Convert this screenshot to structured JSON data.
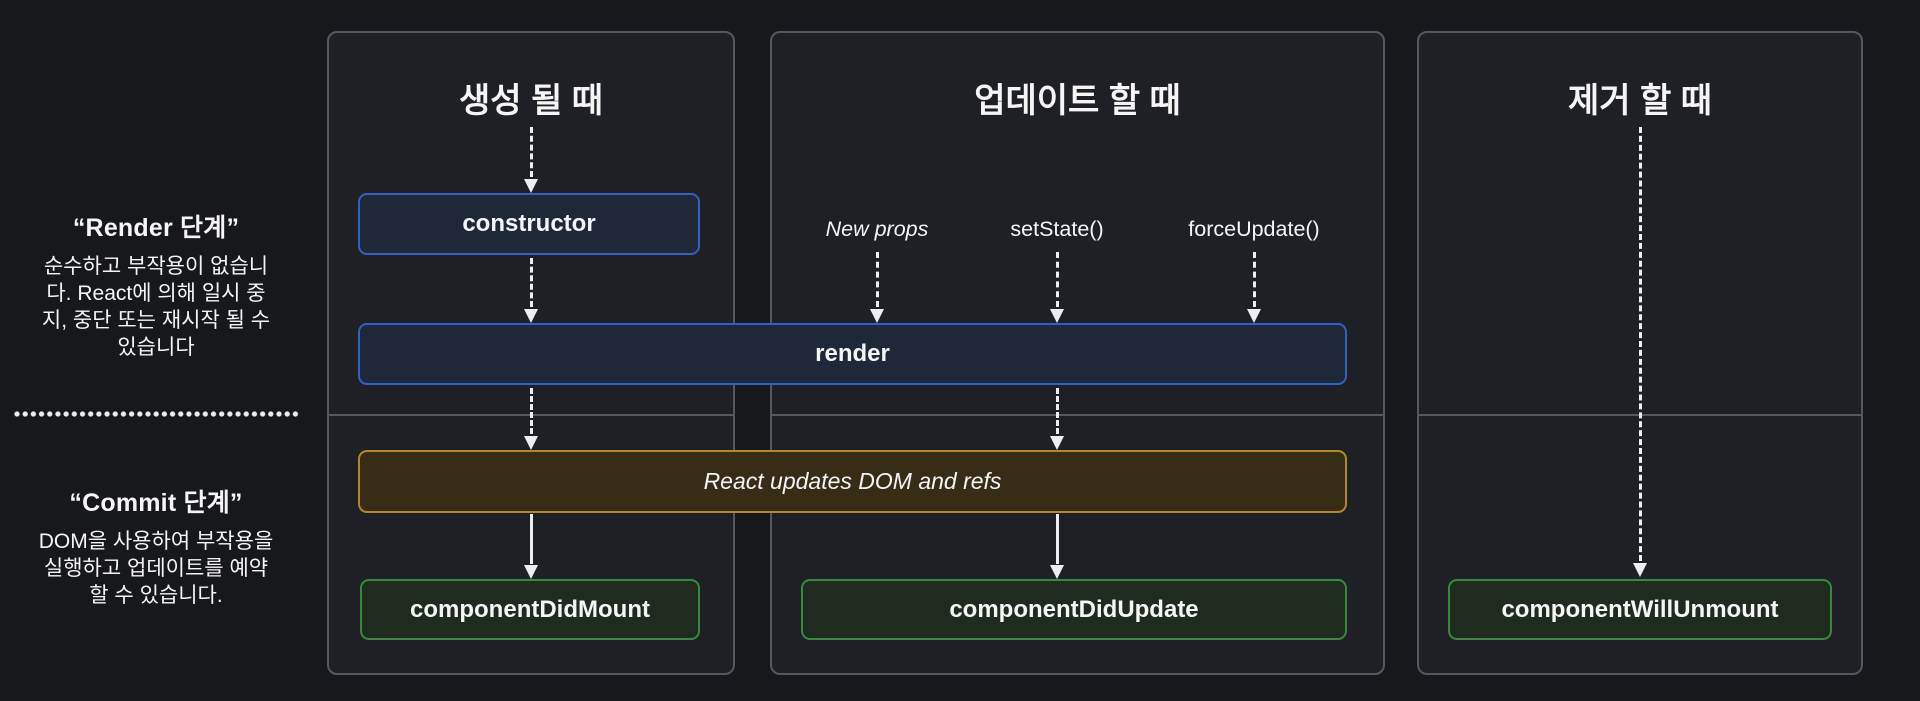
{
  "phases": {
    "render": {
      "title": "“Render 단계”",
      "description": "순수하고 부작용이 없습니다. React에 의해 일시 중지, 중단 또는 재시작 될 수 있습니다"
    },
    "commit": {
      "title": "“Commit 단계”",
      "description": "DOM을 사용하여 부작용을 실행하고 업데이트를 예약 할 수 있습니다."
    }
  },
  "columns": {
    "mount": {
      "title": "생성 될 때"
    },
    "update": {
      "title": "업데이트 할 때",
      "triggers": [
        "New props",
        "setState()",
        "forceUpdate()"
      ]
    },
    "unmount": {
      "title": "제거 할 때"
    }
  },
  "nodes": {
    "constructor_label": "constructor",
    "render_label": "render",
    "react_updates_label": "React updates DOM and refs",
    "component_did_mount_label": "componentDidMount",
    "component_did_update_label": "componentDidUpdate",
    "component_will_unmount_label": "componentWillUnmount"
  },
  "colors": {
    "background": "#17181c",
    "column_bg": "#1e2025",
    "column_border": "#55585d",
    "lifecycle_blue_border": "#2f62c7",
    "lifecycle_blue_bg": "#1f2838",
    "dom_update_gold_border": "#b3872b",
    "dom_update_gold_bg": "#372d16",
    "lifecycle_green_border": "#378a3d",
    "lifecycle_green_bg": "#1f2b1e",
    "text": "#f5f5f6"
  }
}
